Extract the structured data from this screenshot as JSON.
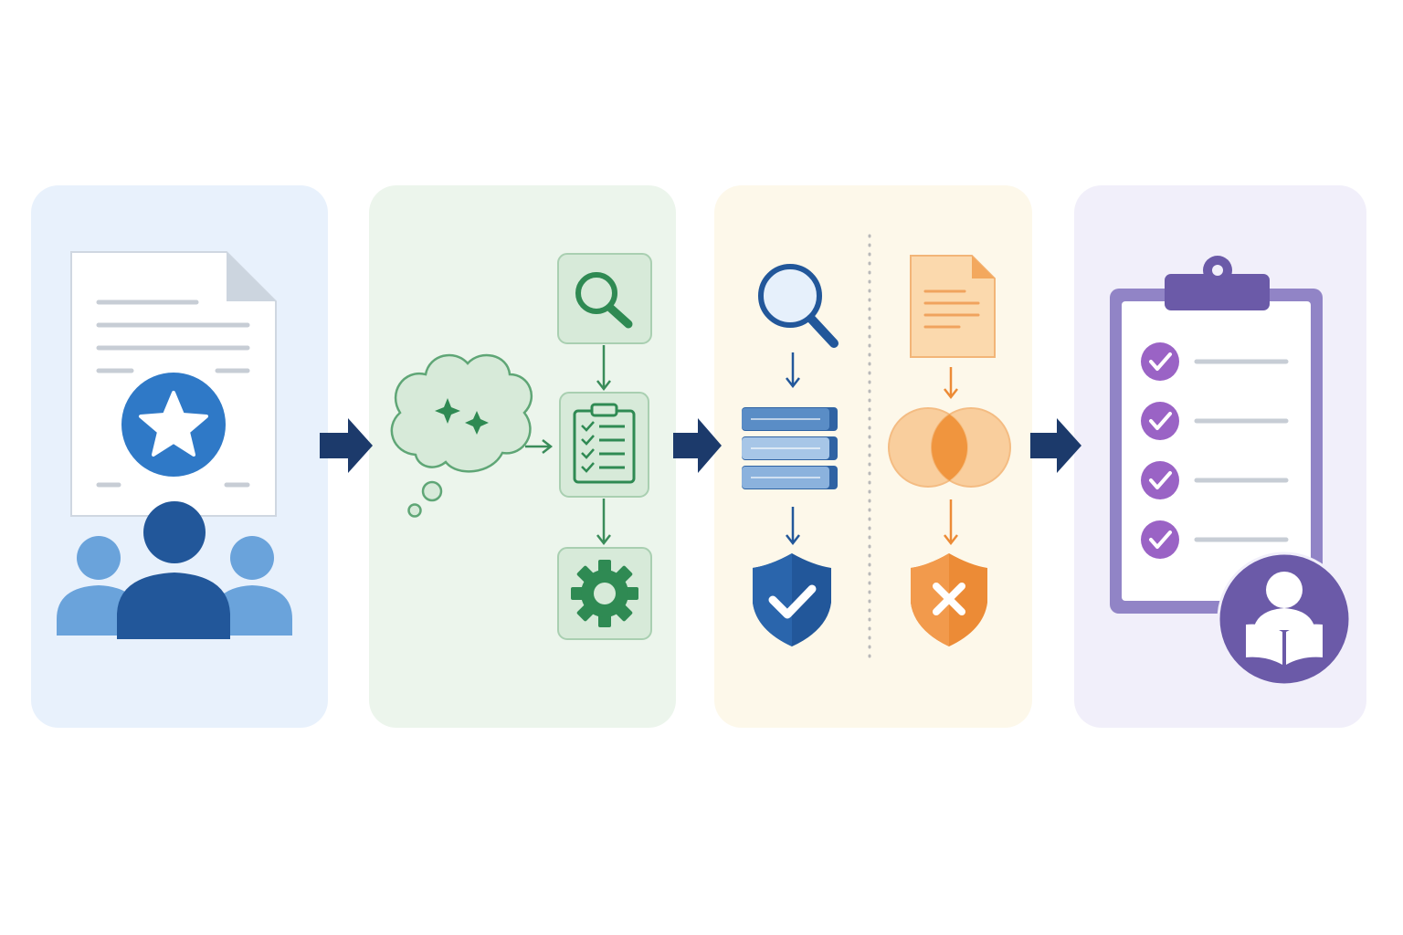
{
  "stages": [
    {
      "name": "expert-document-stage",
      "theme": "blue"
    },
    {
      "name": "reasoning-plan-stage",
      "theme": "green"
    },
    {
      "name": "verification-stage",
      "theme": "orange"
    },
    {
      "name": "checklist-review-stage",
      "theme": "purple"
    }
  ],
  "icons": {
    "stage1": [
      "document-icon",
      "star-badge-icon",
      "user-group-icon"
    ],
    "stage2": [
      "thought-cloud-icon",
      "search-icon",
      "clipboard-checklist-icon",
      "gear-icon"
    ],
    "stage3": [
      "search-icon",
      "book-stack-icon",
      "shield-check-icon",
      "document-icon",
      "overlap-circles-icon",
      "shield-x-icon"
    ],
    "stage4": [
      "clipboard-checklist-icon",
      "reader-avatar-icon"
    ]
  },
  "colors": {
    "blue_panel": "#e8f1fc",
    "green_panel": "#ecf5ec",
    "orange_panel": "#fdf8ea",
    "purple_panel": "#f1effa",
    "navy_arrow": "#1c3a6b",
    "blue_dark": "#22579a",
    "blue_mid": "#2f79c7",
    "blue_light": "#6aa3db",
    "green_stroke": "#3a8c5a",
    "green_fill": "#d7ead9",
    "orange": "#ec8b36",
    "orange_light": "#f8c184",
    "purple_dark": "#6b5aa8",
    "purple_mid": "#9184c6",
    "purple_check": "#9a63c5",
    "gray_line": "#c7cdd5"
  }
}
